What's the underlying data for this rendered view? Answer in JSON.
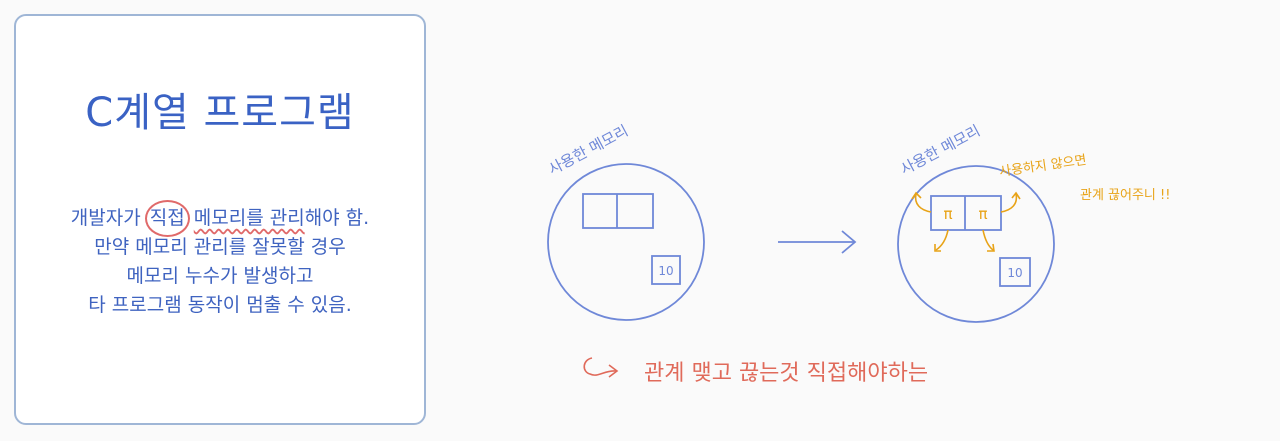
{
  "slide": {
    "title": "C계열 프로그램",
    "body": {
      "line1_pre": "개발자가 ",
      "line1_circled": "직접",
      "line1_mid": " ",
      "line1_squiggle": "메모리를 관리",
      "line1_post": "해야 함.",
      "line2": "만약 메모리 관리를 잘못할 경우",
      "line3": "메모리 누수가 발생하고",
      "line4": "타 프로그램 동작이 멈출 수 있음."
    }
  },
  "annotations": {
    "left_memory_label": "사용한 메모리",
    "right_memory_label": "사용한 메모리",
    "box_value_left": "10",
    "box_value_right": "10",
    "pointer_symbol_1": "π",
    "pointer_symbol_2": "π",
    "note_line1": "사용하지 않으면",
    "note_line2": "관계 끊어주니 !!",
    "bottom_note": "관계 맺고 끊는것 직접해야하는"
  },
  "colors": {
    "title_blue": "#3a62c4",
    "sketch_blue": "#6f88d8",
    "note_orange": "#e8a317",
    "note_red": "#e06a5a"
  }
}
